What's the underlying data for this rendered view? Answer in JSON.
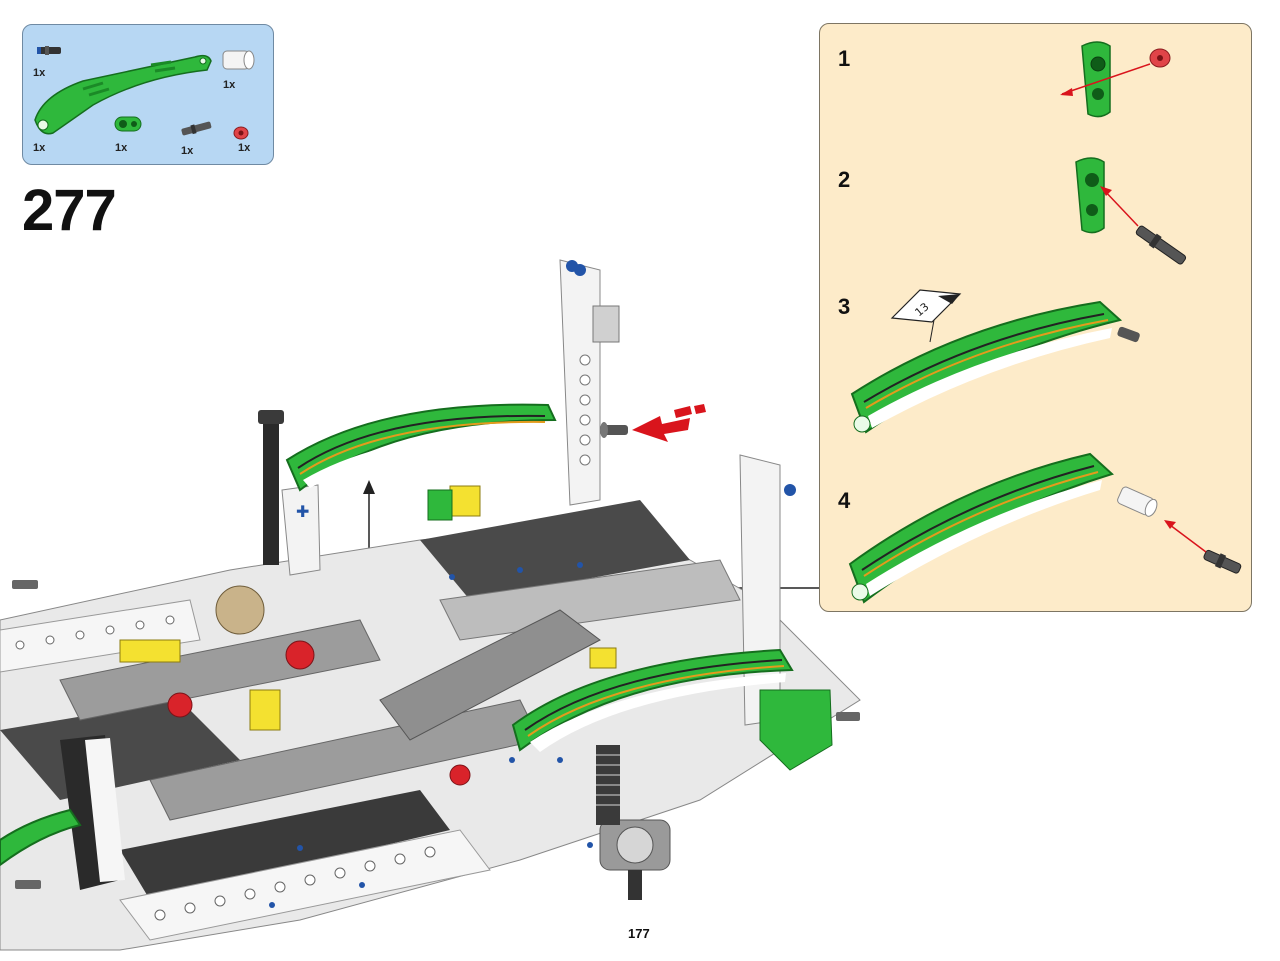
{
  "parts_list": {
    "items": [
      {
        "name": "pin-with-axle",
        "qty": "1x"
      },
      {
        "name": "white-axle-connector",
        "qty": "1x"
      },
      {
        "name": "curved-panel",
        "qty": "1x"
      },
      {
        "name": "pin-connector",
        "qty": "1x"
      },
      {
        "name": "axle-pin",
        "qty": "1x"
      },
      {
        "name": "bush",
        "qty": "1x"
      }
    ]
  },
  "step": {
    "number": "277"
  },
  "substeps": [
    {
      "number": "1"
    },
    {
      "number": "2"
    },
    {
      "number": "3",
      "sticker_label": "13"
    },
    {
      "number": "4"
    }
  ],
  "page": {
    "number": "177"
  },
  "colors": {
    "green": "#2fb83c",
    "red_arrow": "#d9141c",
    "parts_bg": "#b7d7f3",
    "substep_bg": "#fdebc9"
  }
}
